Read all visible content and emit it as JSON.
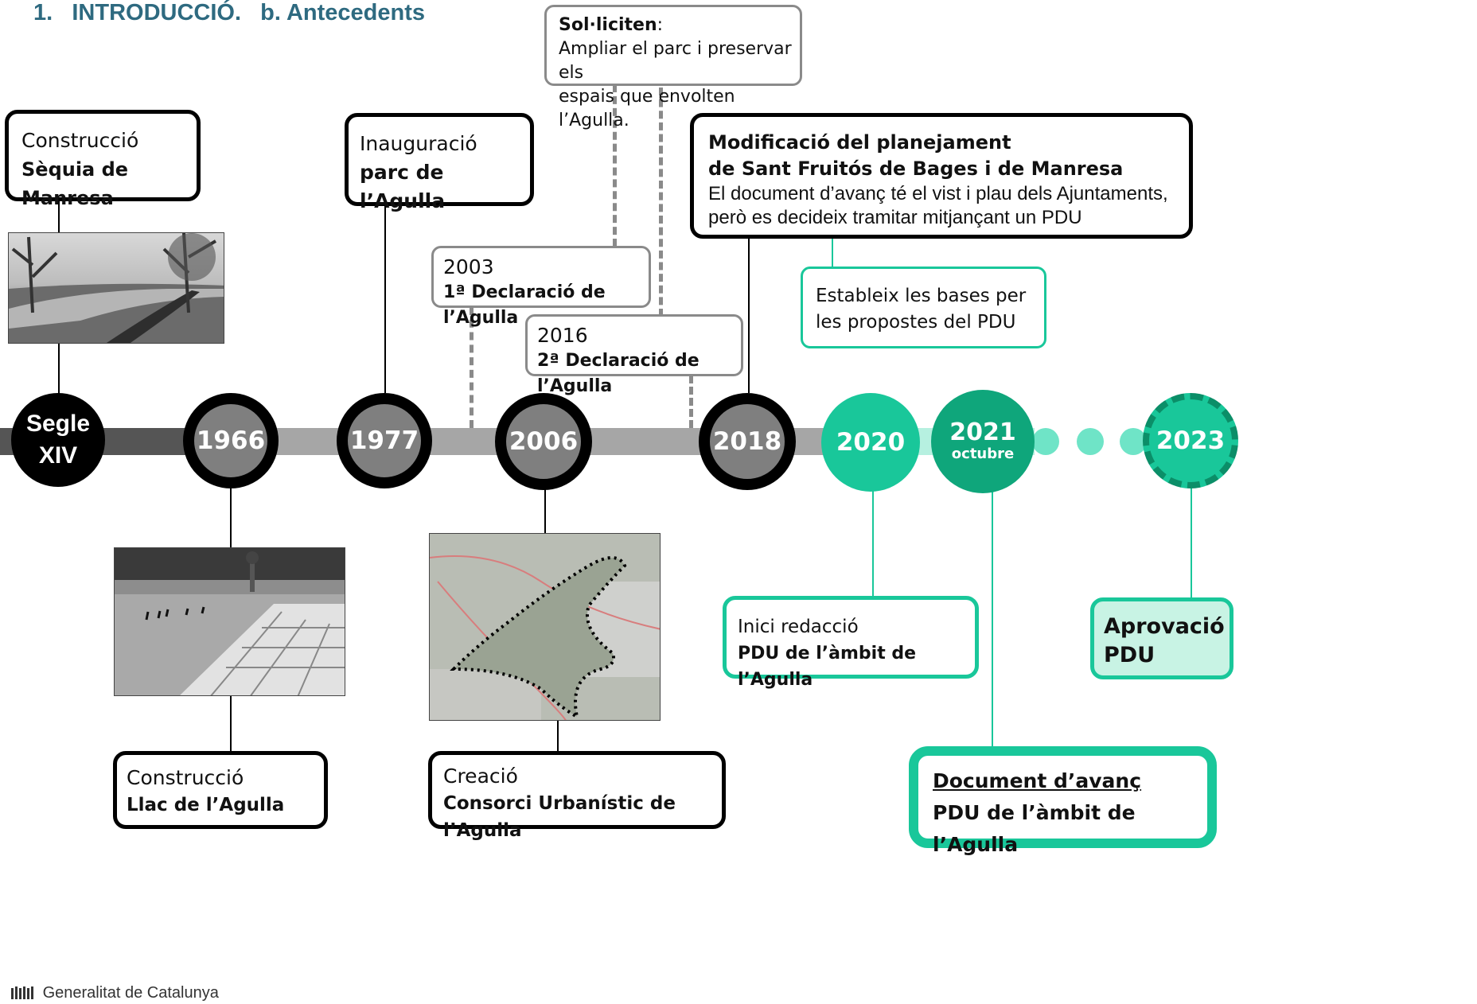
{
  "title": "1.   INTRODUCCIÓ.   b. Antecedents",
  "timeline": [
    {
      "label": "Segle",
      "label2": "XIV"
    },
    {
      "label": "1966"
    },
    {
      "label": "1977"
    },
    {
      "label": "2006"
    },
    {
      "label": "2018"
    },
    {
      "label": "2020"
    },
    {
      "label": "2021",
      "sublabel": "octubre"
    },
    {
      "label": "2023"
    }
  ],
  "boxes": {
    "sequia": {
      "line1": "Construcció",
      "line2": "Sèquia de Manresa"
    },
    "parc": {
      "line1": "Inauguració",
      "line2": "parc de l’Agulla"
    },
    "llac": {
      "line1": "Construcció",
      "line2": "Llac de l’Agulla"
    },
    "consorci": {
      "line1": "Creació",
      "line2": "Consorci Urbanístic de l’Agulla"
    },
    "decl2003": {
      "line1": "2003",
      "line2": "1ª Declaració de l’Agulla"
    },
    "decl2016": {
      "line1": "2016",
      "line2": "2ª Declaració de l’Agulla"
    },
    "soliciten": {
      "bold": "Sol·liciten",
      "colon": ":",
      "line2": "Ampliar el parc i preservar els",
      "line3": "espais que envolten l’Agulla."
    },
    "modificacio": {
      "line1": "Modificació del planejament",
      "line2": "de Sant Fruitós de Bages i de Manresa",
      "line3": "El document d’avanç té el vist i plau dels Ajuntaments,",
      "line4": "però es decideix tramitar mitjançant un PDU"
    },
    "bases": {
      "line1": "Estableix les bases per",
      "line2": "les propostes del PDU"
    },
    "inici": {
      "line1": "Inici  redacció",
      "line2": "PDU de l’àmbit de l’Agulla"
    },
    "avanc": {
      "line1": "Document d’avanç",
      "line2": "PDU de l’àmbit de l’Agulla"
    },
    "aprovacio": {
      "line1": "Aprovació",
      "line2": "PDU"
    }
  },
  "footer": "Generalitat de Catalunya",
  "colors": {
    "teal": "#19c79a",
    "teal_dark": "#0b8e68",
    "teal_light": "#6fe4c7",
    "title": "#2e6a80",
    "axis_dark": "#555555",
    "axis_light": "#a6a6a6"
  }
}
